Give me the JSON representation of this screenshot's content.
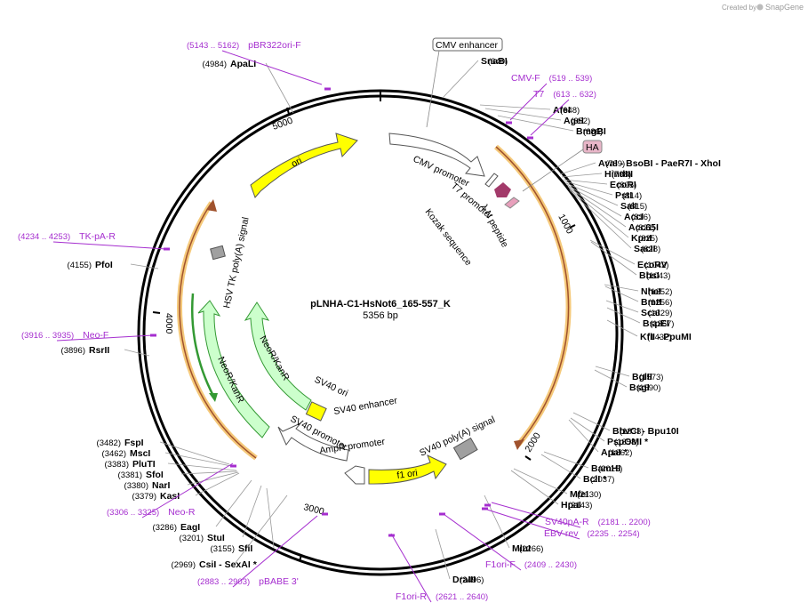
{
  "credit": {
    "prefix": "Created by",
    "brand": "SnapGene"
  },
  "plasmid": {
    "name": "pLNHA-C1-HsNot6_165-557_K",
    "length": "5356 bp"
  },
  "ticks": [
    "1000",
    "2000",
    "3000",
    "4000",
    "5000"
  ],
  "features": [
    {
      "label": "CMV enhancer",
      "boxed": true
    },
    {
      "label": "CMV promoter"
    },
    {
      "label": "T7 promoter"
    },
    {
      "label": "Kozak sequence"
    },
    {
      "label": "λ N peptide"
    },
    {
      "label": "HA",
      "boxed": true
    },
    {
      "label": "ori"
    },
    {
      "label": "HSV TK poly(A) signal"
    },
    {
      "label": "NeoR/KanR"
    },
    {
      "label": "NeoR/KanR"
    },
    {
      "label": "SV40 ori"
    },
    {
      "label": "SV40 enhancer"
    },
    {
      "label": "SV40 promoter"
    },
    {
      "label": "AmpR promoter"
    },
    {
      "label": "SV40 poly(A) signal"
    },
    {
      "label": "f1 ori"
    }
  ],
  "sites": [
    {
      "name": "SnaBI",
      "pos": "(340)"
    },
    {
      "name": "AfeI",
      "pos": "(648)"
    },
    {
      "name": "AgeI",
      "pos": "(652)"
    },
    {
      "name": "BmgBI",
      "pos": "(686)"
    },
    {
      "name": "AvaI  - BsoBI  - PaeR7I  - XhoI",
      "pos": "(789)"
    },
    {
      "name": "HindIII",
      "pos": "(798)"
    },
    {
      "name": "EcoRI",
      "pos": "(805)"
    },
    {
      "name": "PstI",
      "pos": "(814)"
    },
    {
      "name": "SalI",
      "pos": "(815)"
    },
    {
      "name": "AccI",
      "pos": "(816)"
    },
    {
      "name": "Acc65I",
      "pos": "(821)"
    },
    {
      "name": "KpnI",
      "pos": "(825)"
    },
    {
      "name": "SacII",
      "pos": "(828)"
    },
    {
      "name": "EcoRV",
      "pos": "(1042)"
    },
    {
      "name": "BbsI",
      "pos": "(1043)"
    },
    {
      "name": "NheI",
      "pos": "(1252)"
    },
    {
      "name": "BmtI",
      "pos": "(1256)"
    },
    {
      "name": "ScaI",
      "pos": "(1329)"
    },
    {
      "name": "BspEI",
      "pos": "(1367)"
    },
    {
      "name": "KflI  - PpuMI",
      "pos": "(1432)"
    },
    {
      "name": "BglII",
      "pos": "(1573)"
    },
    {
      "name": "BsgI",
      "pos": "(1590)"
    },
    {
      "name": "BbvCI  - Bpu10I",
      "pos": "(1833)"
    },
    {
      "name": "PspOMI *",
      "pos": "(1858)"
    },
    {
      "name": "ApaI *",
      "pos": "(1862)"
    },
    {
      "name": "BamHI",
      "pos": "(2015)"
    },
    {
      "name": "BclI *",
      "pos": "(2037)"
    },
    {
      "name": "MfeI",
      "pos": "(2130)"
    },
    {
      "name": "HpaI",
      "pos": "(2143)"
    },
    {
      "name": "MluI",
      "pos": "(2266)"
    },
    {
      "name": "DraIII",
      "pos": "(2496)"
    },
    {
      "name": "CsiI  - SexAI *",
      "pos": "(2969)"
    },
    {
      "name": "SfiI",
      "pos": "(3155)"
    },
    {
      "name": "StuI",
      "pos": "(3201)"
    },
    {
      "name": "EagI",
      "pos": "(3286)"
    },
    {
      "name": "KasI",
      "pos": "(3379)"
    },
    {
      "name": "NarI",
      "pos": "(3380)"
    },
    {
      "name": "SfoI",
      "pos": "(3381)"
    },
    {
      "name": "PluTI",
      "pos": "(3383)"
    },
    {
      "name": "MscI",
      "pos": "(3462)"
    },
    {
      "name": "FspI",
      "pos": "(3482)"
    },
    {
      "name": "RsrII",
      "pos": "(3896)"
    },
    {
      "name": "PfoI",
      "pos": "(4155)"
    },
    {
      "name": "ApaLI",
      "pos": "(4984)"
    }
  ],
  "primers": [
    {
      "name": "pBR322ori-F",
      "range": "(5143 .. 5162)"
    },
    {
      "name": "CMV-F",
      "range": "(519 .. 539)"
    },
    {
      "name": "T7",
      "range": "(613 .. 632)"
    },
    {
      "name": "SV40pA-R",
      "range": "(2181 .. 2200)"
    },
    {
      "name": "EBV-rev",
      "range": "(2235 .. 2254)"
    },
    {
      "name": "F1ori-F",
      "range": "(2409 .. 2430)"
    },
    {
      "name": "F1ori-R",
      "range": "(2621 .. 2640)"
    },
    {
      "name": "pBABE 3'",
      "range": "(2883 .. 2903)"
    },
    {
      "name": "Neo-R",
      "range": "(3306 .. 3325)"
    },
    {
      "name": "Neo-F",
      "range": "(3916 .. 3935)"
    },
    {
      "name": "TK-pA-R",
      "range": "(4234 .. 4253)"
    }
  ],
  "colors": {
    "backbone": "#000000",
    "ori": "#ffff00",
    "neo": "#ccffcc",
    "neo_stroke": "#339933",
    "orf_orange": "#f5c97a",
    "orf_brown": "#a0522d",
    "primer": "#a52ecf",
    "lambda": "#a33a6a",
    "ha_box": "#e8b6c8",
    "gray_feature": "#a0a0a0"
  }
}
